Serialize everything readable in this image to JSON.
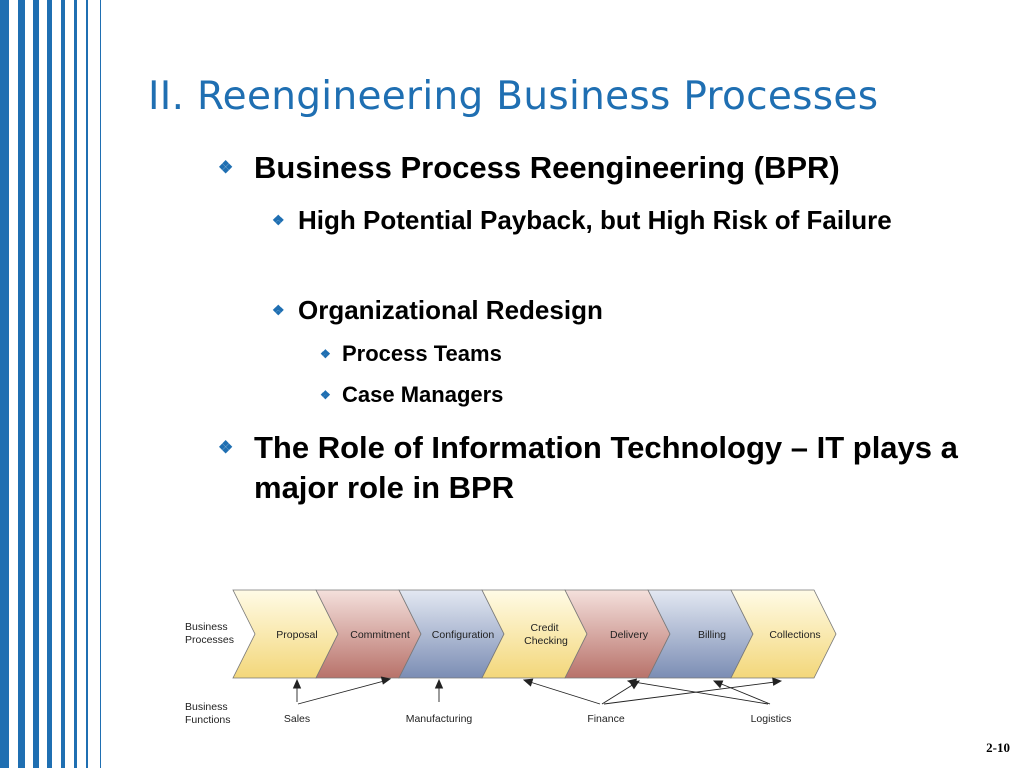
{
  "slide": {
    "title": "II. Reengineering Business Processes",
    "page_number": "2-10"
  },
  "bullets": {
    "bpr": "Business Process Reengineering (BPR)",
    "payback": "High Potential Payback, but High Risk of Failure",
    "redesign": "Organizational Redesign",
    "teams": "Process Teams",
    "managers": "Case Managers",
    "it_role": "The Role of Information Technology – IT plays a major role in BPR"
  },
  "diagram": {
    "row_label_processes": [
      "Business",
      "Processes"
    ],
    "row_label_functions": [
      "Business",
      "Functions"
    ],
    "processes": [
      {
        "lines": [
          "Proposal"
        ],
        "color": "yellow"
      },
      {
        "lines": [
          "Commitment"
        ],
        "color": "red"
      },
      {
        "lines": [
          "Configuration"
        ],
        "color": "blue"
      },
      {
        "lines": [
          "Credit",
          "Checking"
        ],
        "color": "yellow"
      },
      {
        "lines": [
          "Delivery"
        ],
        "color": "red"
      },
      {
        "lines": [
          "Billing"
        ],
        "color": "blue"
      },
      {
        "lines": [
          "Collections"
        ],
        "color": "yellow"
      }
    ],
    "functions": [
      "Sales",
      "Manufacturing",
      "Finance",
      "Logistics"
    ]
  },
  "colors": {
    "accent": "#1f6fb2",
    "stripe": "#1f6fb2"
  }
}
